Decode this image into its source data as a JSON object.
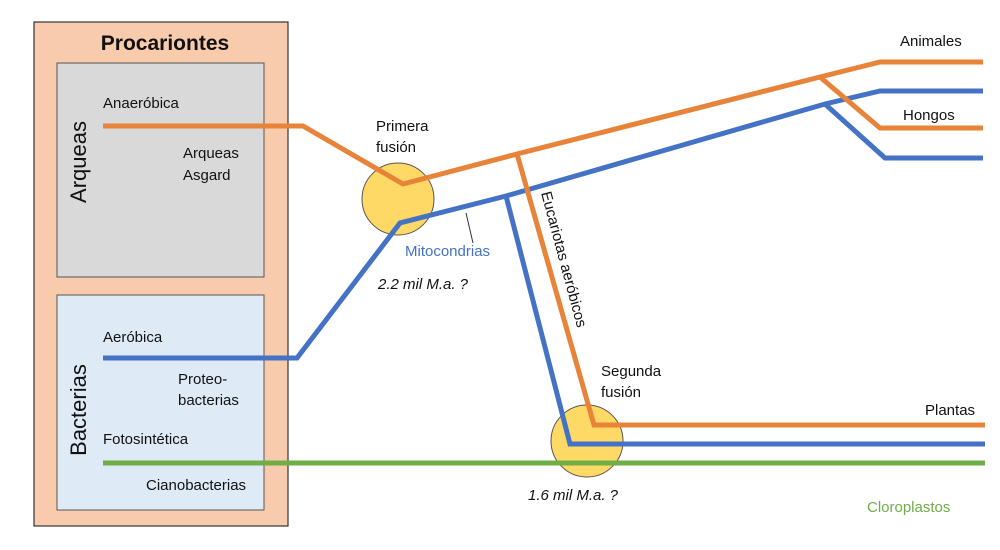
{
  "diagram": {
    "prokaryotes_title": "Procariontes",
    "archaea_label": "Arqueas",
    "bacteria_label": "Bacterias",
    "anaerobic_label": "Anaeróbica",
    "asgard_line1": "Arqueas",
    "asgard_line2": "Asgard",
    "aerobic_label": "Aeróbica",
    "proteo_line1": "Proteo-",
    "proteo_line2": "bacterias",
    "photosynthetic_label": "Fotosintética",
    "cyano_label": "Cianobacterias",
    "first_fusion_line1": "Primera",
    "first_fusion_line2": "fusión",
    "first_fusion_date": "2.2 mil M.a. ?",
    "mitochondria_label": "Mitocondrias",
    "aerobic_eukaryotes_label": "Eucariotas aeróbicos",
    "second_fusion_line1": "Segunda",
    "second_fusion_line2": "fusión",
    "second_fusion_date": "1.6 mil M.a. ?",
    "animals_label": "Animales",
    "fungi_label": "Hongos",
    "plants_label": "Plantas",
    "chloroplasts_label": "Cloroplastos"
  },
  "colors": {
    "orange": "#E8833A",
    "blue": "#4472C4",
    "green": "#70AD47",
    "fusion_fill": "#FFD966",
    "prokaryote_bg": "#F8CBAD",
    "archaea_bg": "#D9D9D9",
    "bacteria_bg": "#DEEBF7"
  }
}
